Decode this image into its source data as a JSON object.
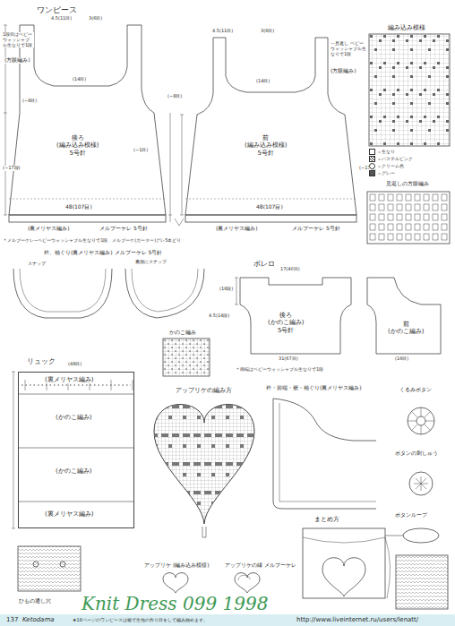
{
  "diagram": {
    "nodes": [
      {
        "text": [
          "後ろ",
          "(編み込み模様)",
          "5号針"
        ]
      },
      {
        "text": [
          "前",
          "(編み込み模様)",
          "5号針"
        ]
      },
      {
        "text": [
          "後ろ",
          "(かのこ編み)",
          "5号針"
        ]
      },
      {
        "text": [
          "前",
          "(かのこ編み)"
        ]
      },
      {
        "text": [
          "リュック"
        ]
      },
      {
        "text": [
          "(裏メリヤス編み)"
        ],
        "in": 4
      },
      {
        "text": [
          "(かのこ編み)"
        ],
        "in": 4
      },
      {
        "text": [
          "(かのこ編み)"
        ],
        "in": 4
      },
      {
        "text": [
          "(裏メリヤス編み)"
        ],
        "in": 4
      }
    ],
    "labels": [
      "ワンピース",
      "1段目はベビーウォッシャブル生なりで1段",
      "(方眼編み)",
      "4.5(11目)",
      "3(6目)",
      "(14目)",
      "(−8目)",
      "(−17段)",
      "(−1目)",
      "48(107目)",
      "(裏メリヤス編み)",
      "メルブーケレ 5号針",
      "＊メルブーケレ−ベビーウォッシャブル生なりで1段、メルブーケ(ガーター)グレ5本どり",
      "4.5(11目)",
      "3(6目)",
      "一見返し ベビーウォッシャブル生なりで1段",
      "(方眼編み)",
      "(14目)",
      "(−8目)",
      "(−17段)",
      "48(107目)",
      "(裏メリヤス編み)",
      "メルブーケレ 5号針",
      "編み込み模様",
      "見返しの方眼編み",
      "衿、袖ぐり(裏メリヤス編み) メルブーケレ 5号針",
      "スナップ",
      "裏側にスナップ",
      "ボレロ",
      "17(40目)",
      "(16段)",
      "4.5(14段)",
      "31(67目)",
      "(16目)",
      "＊両端はベビーウォッシャブル生なりで1段",
      "かのこ編み",
      "(48目)",
      "ひもの通し穴",
      "アップリケの編み方",
      "衿・前端・裾・袖ぐり(裏メリヤス編み)",
      "くるみボタン",
      "ボタンの刺しゅう",
      "ボタンループ",
      "まとめ方",
      "アップリケ (編み込み模様)",
      "アップリケの縁 メルブーケレ",
      "137",
      "Ketodama",
      "★18ページのワンピースは裾で生地の作り目をして編み始めます。",
      "Knit Dress 099 1998",
      "http://www.liveinternet.ru/users/lenatt/"
    ],
    "legend": [
      {
        "text": "＝生なり"
      },
      {
        "text": "＝パステルピンク"
      },
      {
        "text": "＝クリーム色"
      },
      {
        "text": "＝グレー"
      }
    ]
  }
}
